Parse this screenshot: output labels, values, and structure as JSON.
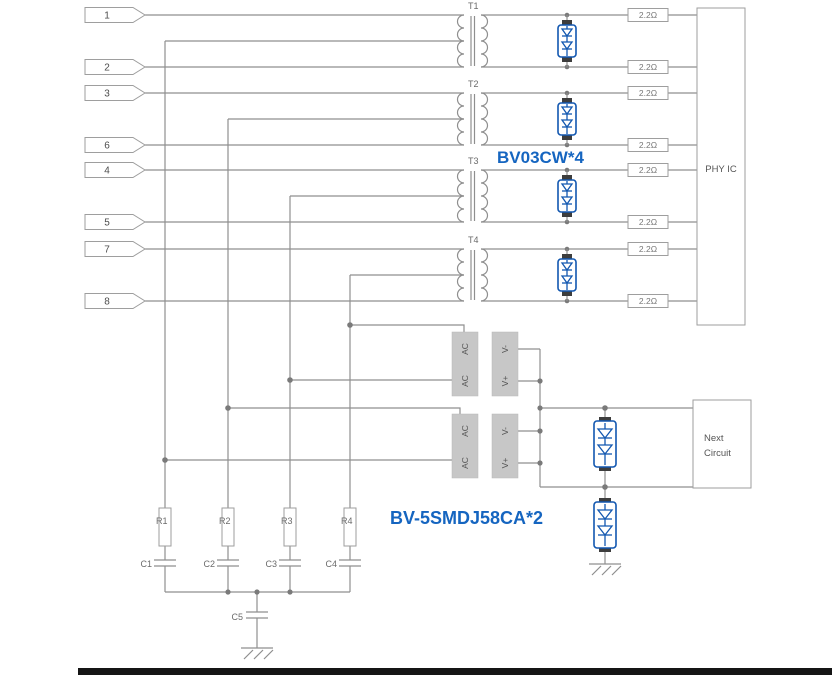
{
  "pins": [
    {
      "label": "1"
    },
    {
      "label": "2"
    },
    {
      "label": "3"
    },
    {
      "label": "6"
    },
    {
      "label": "4"
    },
    {
      "label": "5"
    },
    {
      "label": "7"
    },
    {
      "label": "8"
    }
  ],
  "transformers": [
    {
      "label": "T1"
    },
    {
      "label": "T2"
    },
    {
      "label": "T3"
    },
    {
      "label": "T4"
    }
  ],
  "series_resistors": {
    "value": "2.2Ω",
    "count": 8
  },
  "phy": {
    "label": "PHY IC"
  },
  "next_circuit": {
    "line1": "Next",
    "line2": "Circuit"
  },
  "bridges": {
    "pin_ac": "AC",
    "pin_vminus": "V-",
    "pin_vplus": "V+"
  },
  "annotations": {
    "esd_array": "BV03CW*4",
    "tvs_pair": "BV-5SMDJ58CA*2"
  },
  "termination": {
    "resistors": [
      {
        "label": "R1"
      },
      {
        "label": "R2"
      },
      {
        "label": "R3"
      },
      {
        "label": "R4"
      }
    ],
    "capacitors": [
      {
        "label": "C1"
      },
      {
        "label": "C2"
      },
      {
        "label": "C3"
      },
      {
        "label": "C4"
      },
      {
        "label": "C5"
      }
    ]
  },
  "colors": {
    "wire": "#8f8f8f",
    "component_blue": "#1257b0",
    "annotation_blue": "#1565c0",
    "bridge_block_gray": "#c7c7c7"
  }
}
